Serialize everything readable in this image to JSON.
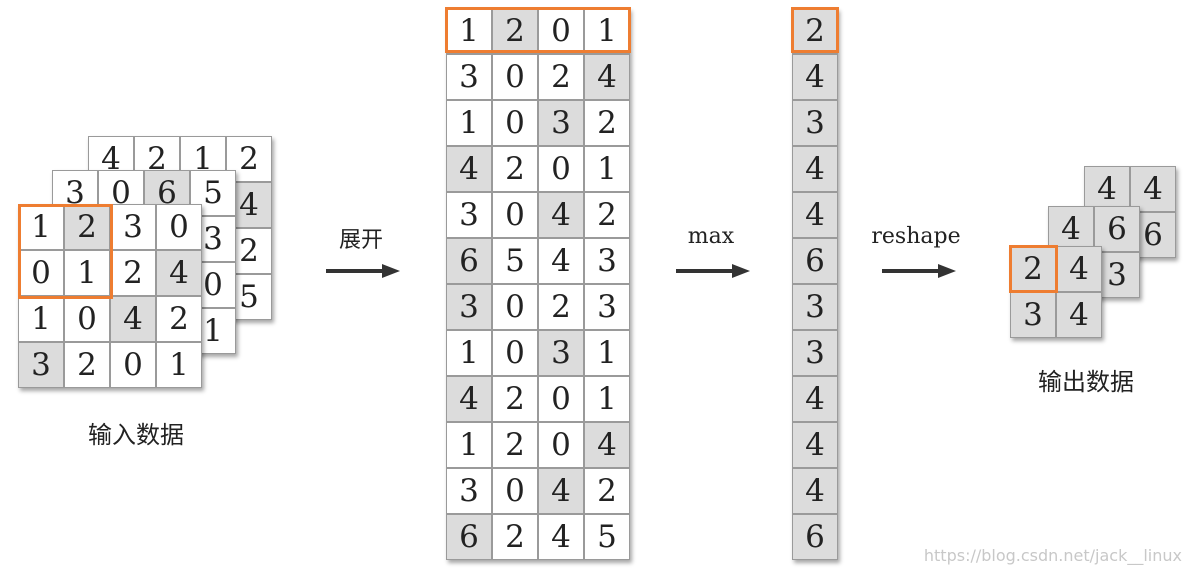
{
  "input": {
    "label": "输入数据",
    "channels": [
      {
        "rows": [
          [
            "4",
            "2",
            "1",
            "2"
          ],
          [
            "",
            "",
            " ",
            "4"
          ],
          [
            "",
            "",
            "",
            "2"
          ],
          [
            "",
            "",
            "",
            "5"
          ]
        ],
        "shade": [
          [
            0,
            0,
            0,
            0
          ],
          [
            0,
            0,
            0,
            1
          ],
          [
            0,
            0,
            0,
            0
          ],
          [
            0,
            0,
            0,
            0
          ]
        ]
      },
      {
        "rows": [
          [
            "3",
            "0",
            "6",
            "5"
          ],
          [
            "",
            "",
            "",
            "3"
          ],
          [
            "",
            "",
            "",
            "0"
          ],
          [
            "",
            "",
            "",
            "1"
          ]
        ],
        "shade": [
          [
            0,
            0,
            1,
            0
          ],
          [
            0,
            0,
            0,
            0
          ],
          [
            0,
            0,
            0,
            0
          ],
          [
            0,
            0,
            0,
            0
          ]
        ]
      },
      {
        "rows": [
          [
            "1",
            "2",
            "3",
            "0"
          ],
          [
            "0",
            "1",
            "2",
            "4"
          ],
          [
            "1",
            "0",
            "4",
            "2"
          ],
          [
            "3",
            "2",
            "0",
            "1"
          ]
        ],
        "shade": [
          [
            0,
            1,
            0,
            0
          ],
          [
            0,
            0,
            0,
            1
          ],
          [
            0,
            0,
            1,
            0
          ],
          [
            1,
            0,
            0,
            0
          ]
        ]
      }
    ]
  },
  "unfold_label": "展开",
  "max_label": "max",
  "reshape_label": "reshape",
  "expanded": {
    "rows": [
      [
        "1",
        "2",
        "0",
        "1"
      ],
      [
        "3",
        "0",
        "2",
        "4"
      ],
      [
        "1",
        "0",
        "3",
        "2"
      ],
      [
        "4",
        "2",
        "0",
        "1"
      ],
      [
        "3",
        "0",
        "4",
        "2"
      ],
      [
        "6",
        "5",
        "4",
        "3"
      ],
      [
        "3",
        "0",
        "2",
        "3"
      ],
      [
        "1",
        "0",
        "3",
        "1"
      ],
      [
        "4",
        "2",
        "0",
        "1"
      ],
      [
        "1",
        "2",
        "0",
        "4"
      ],
      [
        "3",
        "0",
        "4",
        "2"
      ],
      [
        "6",
        "2",
        "4",
        "5"
      ]
    ],
    "shade": [
      1,
      3,
      2,
      0,
      2,
      0,
      0,
      2,
      0,
      3,
      2,
      0
    ]
  },
  "max_column": [
    "2",
    "4",
    "3",
    "4",
    "4",
    "6",
    "3",
    "3",
    "4",
    "4",
    "4",
    "6"
  ],
  "output": {
    "label": "输出数据",
    "channels": [
      {
        "rows": [
          [
            "4",
            "4"
          ],
          [
            "",
            "6"
          ]
        ]
      },
      {
        "rows": [
          [
            "4",
            "6"
          ],
          [
            "",
            "3"
          ]
        ]
      },
      {
        "rows": [
          [
            "2",
            "4"
          ],
          [
            "3",
            "4"
          ]
        ]
      }
    ]
  },
  "watermark": "https://blog.csdn.net/jack__linux"
}
